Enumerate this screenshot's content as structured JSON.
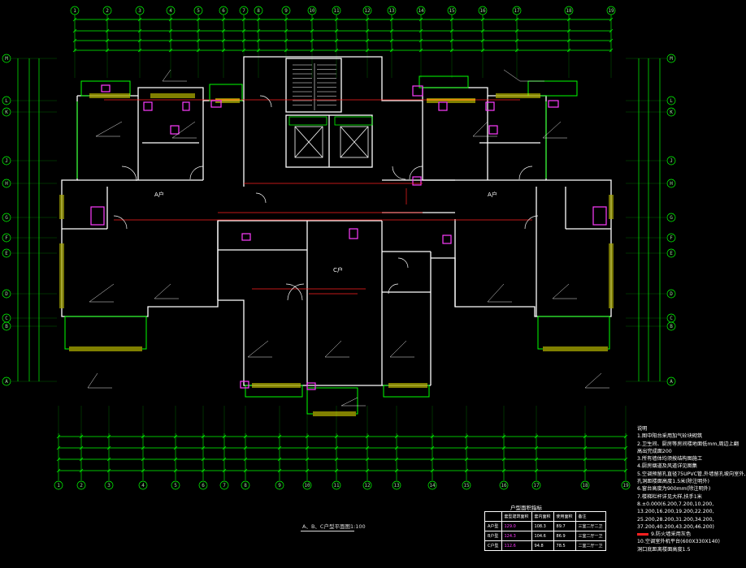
{
  "drawing": {
    "title": "A、B、C户型平面图1:100",
    "colors": {
      "wall": "#ffffff",
      "green": "#00ff00",
      "yellow": "#ffff00",
      "magenta": "#ff3cff",
      "red": "#ff2020",
      "cyan": "#00e5ff",
      "bg": "#000000"
    }
  },
  "axes": {
    "top": [
      "1",
      "2",
      "3",
      "4",
      "5",
      "6",
      "7",
      "8",
      "9",
      "10",
      "11",
      "12",
      "13",
      "14",
      "15",
      "16",
      "17",
      "18",
      "19"
    ],
    "bottom": [
      "1",
      "2",
      "3",
      "4",
      "5",
      "6",
      "7",
      "8",
      "9",
      "10",
      "11",
      "12",
      "13",
      "14",
      "15",
      "16",
      "17",
      "18",
      "19"
    ],
    "left": [
      "M",
      "L",
      "K",
      "J",
      "H",
      "G",
      "F",
      "E",
      "D",
      "C",
      "B",
      "A"
    ],
    "right": [
      "M",
      "L",
      "K",
      "J",
      "H",
      "G",
      "F",
      "E",
      "D",
      "C",
      "B",
      "A"
    ]
  },
  "units": {
    "a_left": "A户",
    "c_center": "C户",
    "a_right": "A户"
  },
  "notes": {
    "heading": "说明",
    "items": [
      "1.图中阳台采用加气砼块砌筑",
      "2.卫生间、厨房等房间楼地面低mm,周边上翻",
      "高出完成面200",
      "3.所有墙体均须按结构图施工",
      "4.厨房烟道及风道详见图集",
      "5.空调预留孔直径75UPVC管,外墙留孔坡向室外,",
      "孔洞距楼面高度1.5米(除注明外)",
      "6.窗台高度为900mm(除注明外)",
      "7.楼梯栏杆详见大样,扶手1米",
      "8.±0.000(6.200,7.200,10.200,",
      "13.200,16.200,19.200,22.200,",
      "25.200,28.200,31.200,34.200,",
      "37.200,40.200,43.200,46.200)",
      "9.防火墙采用灰色",
      "10.空调室外机平台(600X330X140)",
      "洞口底距离楼面高度1.5"
    ]
  },
  "table": {
    "title": "户型面积指标",
    "header": [
      "",
      "套型建筑面积",
      "套内面积",
      "使用面积",
      "备注"
    ],
    "rows": [
      [
        "A户型",
        "129.0",
        "108.3",
        "89.7",
        "三室二厅二卫"
      ],
      [
        "B户型",
        "124.3",
        "104.6",
        "86.9",
        "三室二厅一卫"
      ],
      [
        "C户型",
        "112.6",
        "94.8",
        "78.5",
        "二室二厅一卫"
      ]
    ]
  }
}
